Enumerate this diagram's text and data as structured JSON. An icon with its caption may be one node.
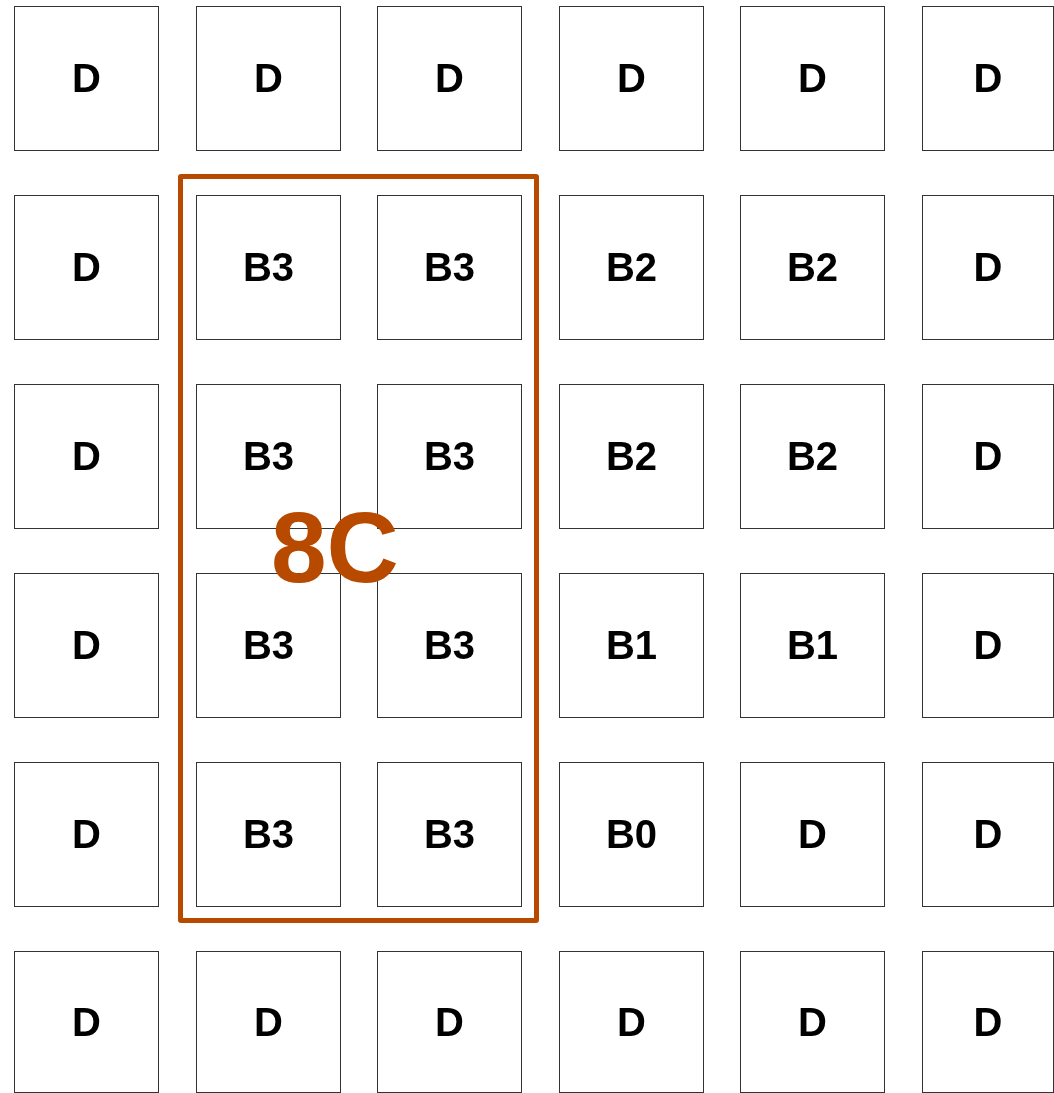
{
  "diagram": {
    "nodes": [
      {
        "text": [
          "D"
        ]
      },
      {
        "text": [
          "D"
        ]
      },
      {
        "text": [
          "D"
        ]
      },
      {
        "text": [
          "D"
        ]
      },
      {
        "text": [
          "D"
        ]
      },
      {
        "text": [
          "D"
        ]
      },
      {
        "text": [
          "8C"
        ]
      },
      {
        "text": [
          "D"
        ]
      },
      {
        "text": [
          "B3"
        ],
        "in": 6
      },
      {
        "text": [
          "B3"
        ],
        "in": 6
      },
      {
        "text": [
          "B2"
        ]
      },
      {
        "text": [
          "B2"
        ]
      },
      {
        "text": [
          "D"
        ]
      },
      {
        "text": [
          "D"
        ]
      },
      {
        "text": [
          "B3"
        ],
        "in": 6
      },
      {
        "text": [
          "B3"
        ],
        "in": 6
      },
      {
        "text": [
          "B2"
        ]
      },
      {
        "text": [
          "B2"
        ]
      },
      {
        "text": [
          "D"
        ]
      },
      {
        "text": [
          "D"
        ]
      },
      {
        "text": [
          "B3"
        ],
        "in": 6
      },
      {
        "text": [
          "B3"
        ],
        "in": 6
      },
      {
        "text": [
          "B1"
        ]
      },
      {
        "text": [
          "B1"
        ]
      },
      {
        "text": [
          "D"
        ]
      },
      {
        "text": [
          "D"
        ]
      },
      {
        "text": [
          "B3"
        ],
        "in": 6
      },
      {
        "text": [
          "B3"
        ],
        "in": 6
      },
      {
        "text": [
          "B0"
        ]
      },
      {
        "text": [
          "D"
        ]
      },
      {
        "text": [
          "D"
        ]
      },
      {
        "text": [
          "D"
        ]
      },
      {
        "text": [
          "D"
        ]
      },
      {
        "text": [
          "D"
        ]
      },
      {
        "text": [
          "D"
        ]
      },
      {
        "text": [
          "D"
        ]
      },
      {
        "text": [
          "D"
        ]
      }
    ]
  }
}
